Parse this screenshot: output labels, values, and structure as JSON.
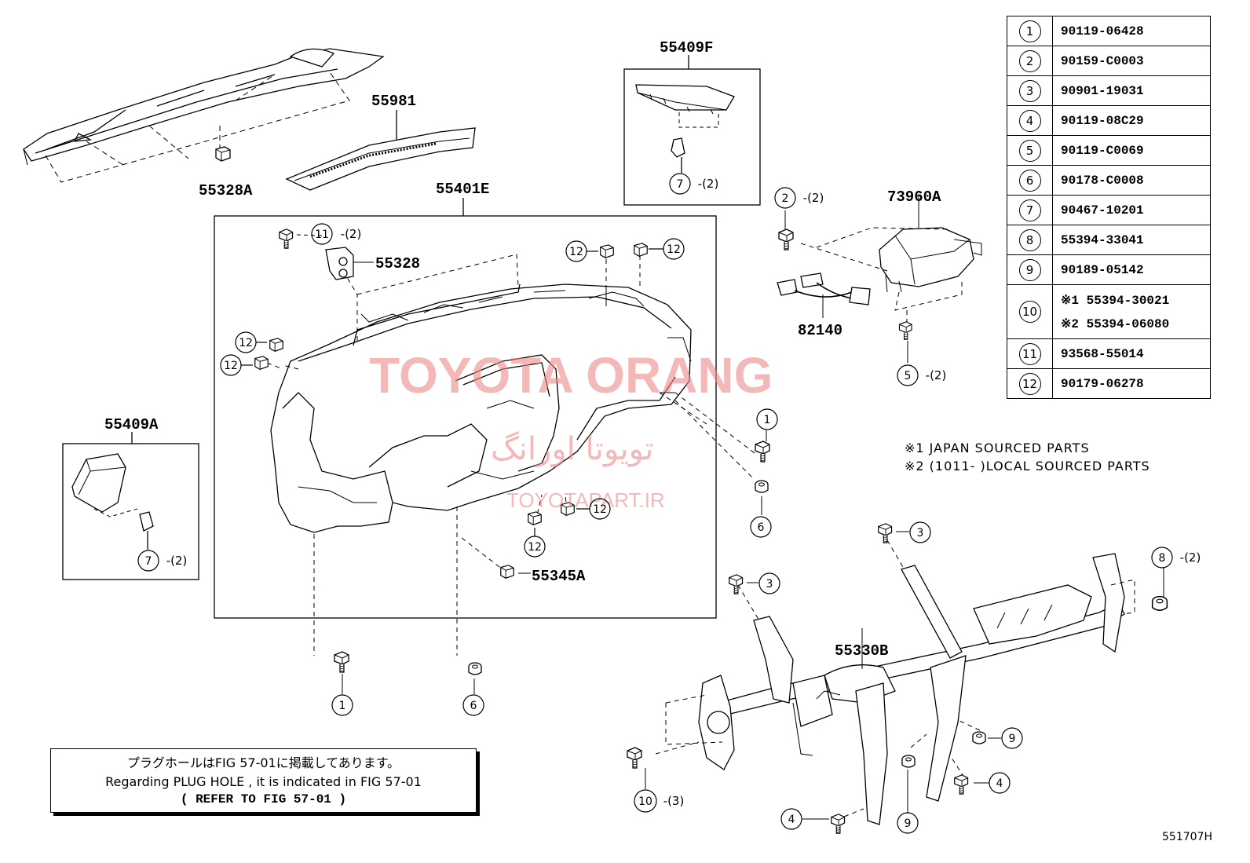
{
  "diagram": {
    "labels": {
      "p55409F": "55409F",
      "p55981": "55981",
      "p55328A": "55328A",
      "p55401E": "55401E",
      "p55328": "55328",
      "p55409A": "55409A",
      "p55345A": "55345A",
      "p73960A": "73960A",
      "p82140": "82140",
      "p55330B": "55330B"
    },
    "callouts": {
      "c7_a": "7",
      "c7_a_qty": "-(2)",
      "c7_b": "7",
      "c7_b_qty": "-(2)",
      "c11": "11",
      "c11_qty": "-(2)",
      "c12_a": "12",
      "c12_b": "12",
      "c12_c": "12",
      "c12_d": "12",
      "c12_e": "12",
      "c12_f": "12",
      "c2": "2",
      "c2_qty": "-(2)",
      "c5": "5",
      "c5_qty": "-(2)",
      "c1_a": "1",
      "c1_b": "1",
      "c6_a": "6",
      "c6_b": "6",
      "c3_a": "3",
      "c3_b": "3",
      "c8": "8",
      "c8_qty": "-(2)",
      "c9_a": "9",
      "c9_b": "9",
      "c4_a": "4",
      "c4_b": "4",
      "c10": "10",
      "c10_qty": "-(3)"
    },
    "watermark": {
      "main": "TOYOTA ORANG",
      "persian": "تویوتا اورانگ",
      "site": "TOYOTAPART.IR"
    },
    "colors": {
      "watermark": "#f08a8a",
      "line": "#000000"
    }
  },
  "parts_table": [
    {
      "ref": "1",
      "part": "90119-06428"
    },
    {
      "ref": "2",
      "part": "90159-C0003"
    },
    {
      "ref": "3",
      "part": "90901-19031"
    },
    {
      "ref": "4",
      "part": "90119-08C29"
    },
    {
      "ref": "5",
      "part": "90119-C0069"
    },
    {
      "ref": "6",
      "part": "90178-C0008"
    },
    {
      "ref": "7",
      "part": "90467-10201"
    },
    {
      "ref": "8",
      "part": "55394-33041"
    },
    {
      "ref": "9",
      "part": "90189-05142"
    },
    {
      "ref": "10",
      "part": "※1 55394-30021",
      "part2": "※2 55394-06080"
    },
    {
      "ref": "11",
      "part": "93568-55014"
    },
    {
      "ref": "12",
      "part": "90179-06278"
    }
  ],
  "notes": {
    "line1": "※1 JAPAN SOURCED PARTS",
    "line2": "※2 (1011-     )LOCAL SOURCED PARTS"
  },
  "reference_box": {
    "japanese": "プラグホールはFIG 57-01に掲載してあります。",
    "english": "Regarding  PLUG HOLE , it is indicated in FIG 57-01",
    "refer": "( REFER TO FIG 57-01  )"
  },
  "figure_number": "551707H"
}
